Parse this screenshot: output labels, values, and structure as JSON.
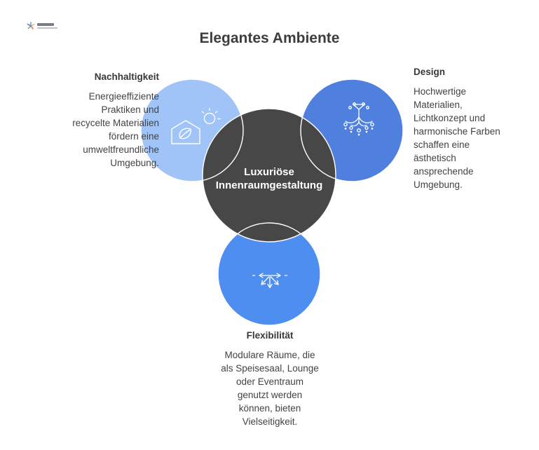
{
  "title": "Elegantes Ambiente",
  "watermark": {
    "icon": "sparkle-logo-icon"
  },
  "center": {
    "label": "Luxuriöse\nInnenraumgestaltung",
    "color": "#474747",
    "text_color": "#ffffff"
  },
  "nodes": [
    {
      "id": "nachhaltigkeit",
      "heading": "Nachhaltigkeit",
      "body": "Energieeffiziente\nPraktiken und\nrecycelte Materialien\nfördern eine\numweltfreundliche\nUmgebung.",
      "circle_color": "#a0c3f8",
      "icon": "eco-house-icon"
    },
    {
      "id": "design",
      "heading": "Design",
      "body": "Hochwertige\nMaterialien,\nLichtkonzept und\nharmonische Farben\nschaffen eine\nästhetisch\nansprechende\nUmgebung.",
      "circle_color": "#4f80dd",
      "icon": "chandelier-icon"
    },
    {
      "id": "flexibilitaet",
      "heading": "Flexibilität",
      "body": "Modulare Räume, die\nals Speisesaal, Lounge\noder Eventraum\ngenutzt werden\nkönnen, bieten\nVielseitigkeit.",
      "circle_color": "#4e8ef0",
      "icon": "move-arrows-icon"
    }
  ],
  "colors": {
    "background": "#ffffff",
    "outline": "#ffffff",
    "title_text": "#3d3d3d",
    "heading_text": "#383838",
    "body_text": "#434343"
  }
}
